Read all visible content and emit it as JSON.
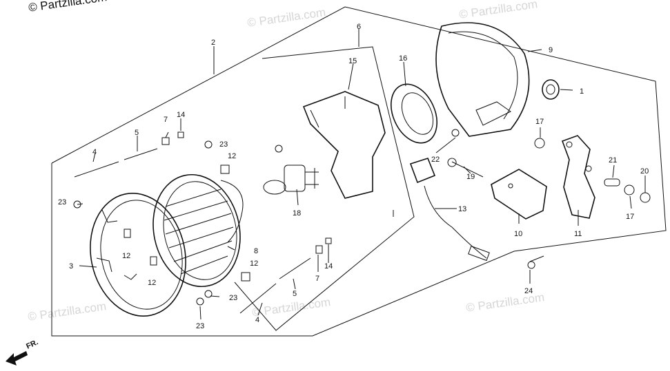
{
  "copyright": "© Partzilla.com",
  "watermark": "© Partzilla.com",
  "direction_label": "FR.",
  "callouts": {
    "c1": "1",
    "c2": "2",
    "c3": "3",
    "c4a": "4",
    "c4b": "4",
    "c5a": "5",
    "c5b": "5",
    "c6": "6",
    "c7a": "7",
    "c7b": "7",
    "c8": "8",
    "c9": "9",
    "c10": "10",
    "c11": "11",
    "c12a": "12",
    "c12b": "12",
    "c12c": "12",
    "c12d": "12",
    "c13": "13",
    "c14a": "14",
    "c14b": "14",
    "c15": "15",
    "c16": "16",
    "c17a": "17",
    "c17b": "17",
    "c18": "18",
    "c19": "19",
    "c20": "20",
    "c21": "21",
    "c22": "22",
    "c23a": "23",
    "c23b": "23",
    "c23c": "23",
    "c23d": "23",
    "c24": "24"
  }
}
